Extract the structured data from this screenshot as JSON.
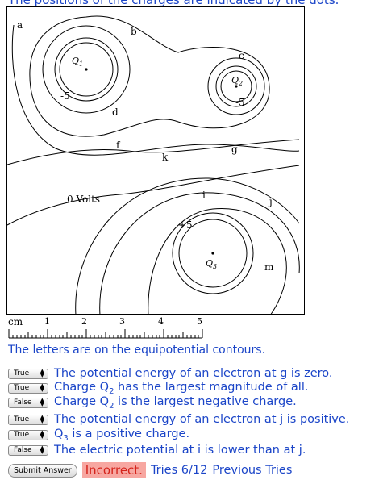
{
  "caption_top": "The positions of the charges are indicated by the dots.",
  "figure": {
    "charges": {
      "q1": {
        "prefix": "Q",
        "sub": "1"
      },
      "q2": {
        "prefix": "Q",
        "sub": "2"
      },
      "q3": {
        "prefix": "Q",
        "sub": "3"
      }
    },
    "labels": {
      "a": "a",
      "b": "b",
      "c": "c",
      "d": "d",
      "e": "-5",
      "f": "f",
      "g": "g",
      "h": "-5",
      "k": "k",
      "i": "i",
      "j": "j",
      "m": "m",
      "zero": "0 Volts",
      "plus5": "+5"
    }
  },
  "ruler": {
    "unit": "cm",
    "numbers": [
      "1",
      "2",
      "3",
      "4",
      "5"
    ]
  },
  "note": "The letters are on the equipotential contours.",
  "statements": [
    {
      "value": "True",
      "text": "The potential energy of an electron at g is zero."
    },
    {
      "value": "True",
      "text_before": "Charge Q",
      "sub": "2",
      "text_after": " has the largest magnitude of all."
    },
    {
      "value": "False",
      "text_before": "Charge Q",
      "sub": "2",
      "text_after": " is the largest negative charge."
    },
    {
      "value": "True",
      "text": "The potential energy of an electron at j is positive."
    },
    {
      "value": "True",
      "text_before": "Q",
      "sub": "3",
      "text_after": " is a positive charge."
    },
    {
      "value": "False",
      "text": "The electric potential at i is lower than at j."
    }
  ],
  "submit_label": "Submit Answer",
  "result": "Incorrect.",
  "tries": "Tries 6/12",
  "previous_tries": "Previous Tries"
}
